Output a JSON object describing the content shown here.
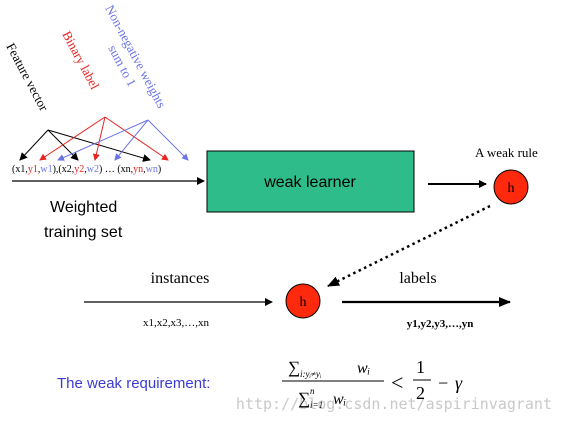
{
  "labels": {
    "feature_vector": "Feature vector",
    "binary_label": "Binary label",
    "nonneg_line1": "Non-negative weights",
    "nonneg_line2": "sum to 1",
    "weighted_line1": "Weighted",
    "weighted_line2": "training set",
    "weak_learner": "weak learner",
    "weak_rule": "A weak rule",
    "h_top": "h",
    "h_bottom": "h",
    "instances": "instances",
    "instances_values": "x1,x2,x3,…,xn",
    "labels_title": "labels",
    "labels_values": "y1,y2,y3,…,yn",
    "requirement": "The weak requirement:",
    "watermark": "http://blog.csdn.net/aspirinvagrant"
  },
  "tuple_row": [
    {
      "t": "(x1,",
      "c": "black"
    },
    {
      "t": "y1",
      "c": "red"
    },
    {
      "t": ",",
      "c": "black"
    },
    {
      "t": "w1",
      "c": "blue"
    },
    {
      "t": "),(x2,",
      "c": "black"
    },
    {
      "t": "y2",
      "c": "red"
    },
    {
      "t": ",",
      "c": "black"
    },
    {
      "t": "w2",
      "c": "blue"
    },
    {
      "t": ") … (xn,",
      "c": "black"
    },
    {
      "t": "yn",
      "c": "red"
    },
    {
      "t": ",",
      "c": "black"
    },
    {
      "t": "wn",
      "c": "blue"
    },
    {
      "t": ")",
      "c": "black"
    }
  ],
  "formula": {
    "num_sum": "∑",
    "num_sub": "i:yᵢ≠yᵢ",
    "num_term": "wᵢ",
    "den_sum": "∑",
    "den_sub": "i=1",
    "den_sup": "n",
    "den_term": "wᵢ",
    "lt": "<",
    "half_num": "1",
    "half_den": "2",
    "minus": "−",
    "gamma": "γ"
  },
  "colors": {
    "black": "#000000",
    "red": "#e8231f",
    "blue": "#6b73e6",
    "box_fill": "#2ebc8a",
    "circle_fill": "#ff2a0d",
    "req_text": "#3b3bd4",
    "watermark": "#c9c9c9"
  }
}
